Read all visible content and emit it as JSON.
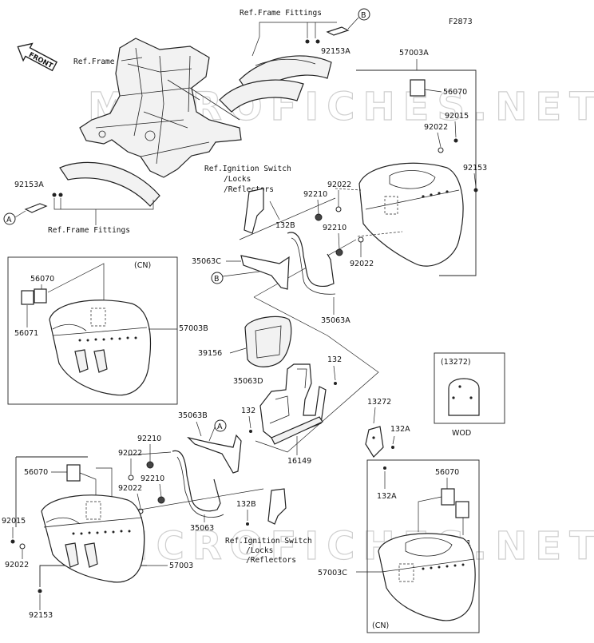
{
  "diagram_id": "F2873",
  "watermark": "MICROFICHES.NET",
  "front_arrow": "FRONT",
  "circle_marks": {
    "a": "A",
    "b": "B"
  },
  "variant_labels": {
    "cn": "(CN)",
    "wod": "WOD",
    "part_13272_paren": "(13272)"
  },
  "refs": {
    "frame_fittings": "Ref.Frame Fittings",
    "frame": "Ref.Frame",
    "ignition_line1": "Ref.Ignition Switch",
    "ignition_line2": "/Locks",
    "ignition_line3": "/Reflectors"
  },
  "parts": {
    "p92153A": "92153A",
    "p57003A": "57003A",
    "p56070": "56070",
    "p56071": "56071",
    "p92022": "92022",
    "p92015": "92015",
    "p92153": "92153",
    "p92210": "92210",
    "p132B": "132B",
    "p35063C": "35063C",
    "p35063A": "35063A",
    "p57003B": "57003B",
    "p39156": "39156",
    "p35063D": "35063D",
    "p132": "132",
    "p13272": "13272",
    "p132A": "132A",
    "p16149": "16149",
    "p35063B": "35063B",
    "p35063": "35063",
    "p57003": "57003",
    "p57003C": "57003C"
  }
}
